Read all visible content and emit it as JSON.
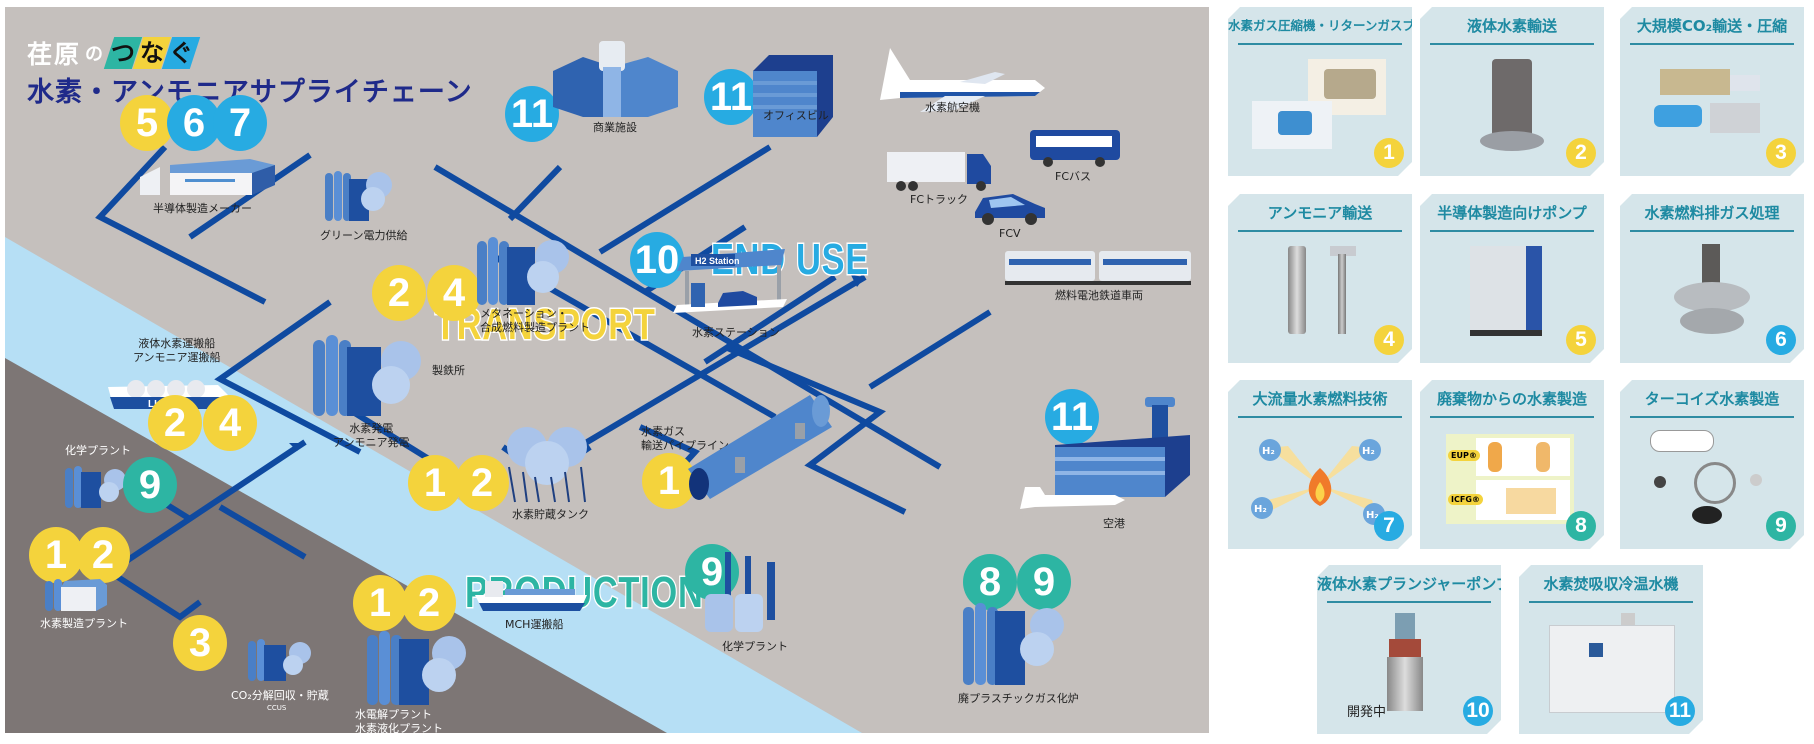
{
  "title": {
    "brand": "荏原",
    "particle": "の",
    "tsunagu": [
      "つ",
      "な",
      "ぐ"
    ],
    "main": "水素・アンモニアサプライチェーン"
  },
  "zones": {
    "end_use": "END USE",
    "transport": "TRANSPORT",
    "production": "PRODUCTION"
  },
  "colors": {
    "land": "#c5c0bd",
    "river": "#b6dff5",
    "dark_land": "#7d7675",
    "pipe": "#0f4aa0",
    "badge_yellow": "#f4d33c",
    "badge_blue": "#27abe2",
    "badge_teal": "#2db5a3",
    "title_navy": "#1f2a8a",
    "card_bg": "#d5e5ea",
    "card_title": "#1e8aa2"
  },
  "map_nodes": {
    "semiconductor": {
      "label": "半導体製造メーカー",
      "badges": [
        "5",
        "6",
        "7"
      ]
    },
    "green_power": {
      "label": "グリーン電力供給"
    },
    "methanation": {
      "label": "メタネーション・\n合成燃料製造プラント",
      "badges": [
        "2",
        "4"
      ]
    },
    "steel": {
      "label": "製鉄所"
    },
    "power_plant": {
      "label": "水素発電\nアンモニア発電"
    },
    "lh2_ship": {
      "label": "液体水素運搬船\nアンモニア運搬船",
      "ship_mark": "LH2",
      "badges": [
        "2",
        "4"
      ]
    },
    "chem_plant_left": {
      "label": "化学プラント",
      "badges": [
        "9"
      ]
    },
    "h2_production": {
      "label": "水素製造プラント",
      "badges": [
        "1",
        "2"
      ]
    },
    "ccus": {
      "label": "CO₂分解回収・貯蔵",
      "sub": "CCUS",
      "badges": [
        "3"
      ]
    },
    "electrolysis": {
      "label": "水電解プラント\n水素液化プラント",
      "badges": [
        "1",
        "2"
      ]
    },
    "storage_tank": {
      "label": "水素貯蔵タンク",
      "badges": [
        "1",
        "2"
      ]
    },
    "mch_ship": {
      "label": "MCH運搬船"
    },
    "pipeline": {
      "label": "水素ガス\n輸送パイプライン",
      "badges": [
        "1"
      ]
    },
    "chem_plant_mid": {
      "label": "化学プラント",
      "badges": [
        "9"
      ]
    },
    "waste_plastic": {
      "label": "廃プラスチックガス化炉",
      "badges": [
        "8",
        "9"
      ]
    },
    "commercial": {
      "label": "商業施設",
      "badges": [
        "11"
      ]
    },
    "office": {
      "label": "オフィスビル",
      "badges": [
        "11"
      ]
    },
    "h2_aircraft": {
      "label": "水素航空機"
    },
    "fc_truck": {
      "label": "FCトラック"
    },
    "fc_bus": {
      "label": "FCバス"
    },
    "fcv": {
      "label": "FCV"
    },
    "h2_station": {
      "label": "水素ステーション",
      "sign": "H2 Station",
      "badges": [
        "10"
      ]
    },
    "fc_train": {
      "label": "燃料電池鉄道車両"
    },
    "airport": {
      "label": "空港",
      "badges": [
        "11"
      ]
    }
  },
  "products": [
    {
      "num": "1",
      "title": "水素ガス圧縮機・リターンガスブロア",
      "badge_color": "yellow",
      "icon": "compressor-photo"
    },
    {
      "num": "2",
      "title": "液体水素輸送",
      "badge_color": "yellow",
      "icon": "lh2-pump-photo"
    },
    {
      "num": "3",
      "title": "大規模CO₂輸送・圧縮",
      "badge_color": "yellow",
      "icon": "co2-compressor-photo"
    },
    {
      "num": "4",
      "title": "アンモニア輸送",
      "badge_color": "yellow",
      "icon": "ammonia-pump-photo"
    },
    {
      "num": "5",
      "title": "半導体製造向けポンプ",
      "badge_color": "yellow",
      "icon": "dry-pump-photo"
    },
    {
      "num": "6",
      "title": "水素燃料排ガス処理",
      "badge_color": "blue",
      "icon": "abatement-photo"
    },
    {
      "num": "7",
      "title": "大流量水素燃料技術",
      "badge_color": "blue",
      "icon": "h2-flame-illustration",
      "h2_labels": [
        "H₂",
        "H₂",
        "H₂",
        "H₂"
      ]
    },
    {
      "num": "8",
      "title": "廃棄物からの水素製造",
      "badge_color": "teal",
      "icon": "gasification-diagram",
      "tags": [
        "EUP®",
        "ICFG®"
      ]
    },
    {
      "num": "9",
      "title": "ターコイズ水素製造",
      "badge_color": "teal",
      "icon": "turquoise-diagram"
    },
    {
      "num": "10",
      "title": "液体水素プランジャーポンプ",
      "badge_color": "blue",
      "icon": "plunger-pump-photo",
      "note": "開発中"
    },
    {
      "num": "11",
      "title": "水素焚吸収冷温水機",
      "badge_color": "blue",
      "icon": "absorption-chiller-photo"
    }
  ]
}
